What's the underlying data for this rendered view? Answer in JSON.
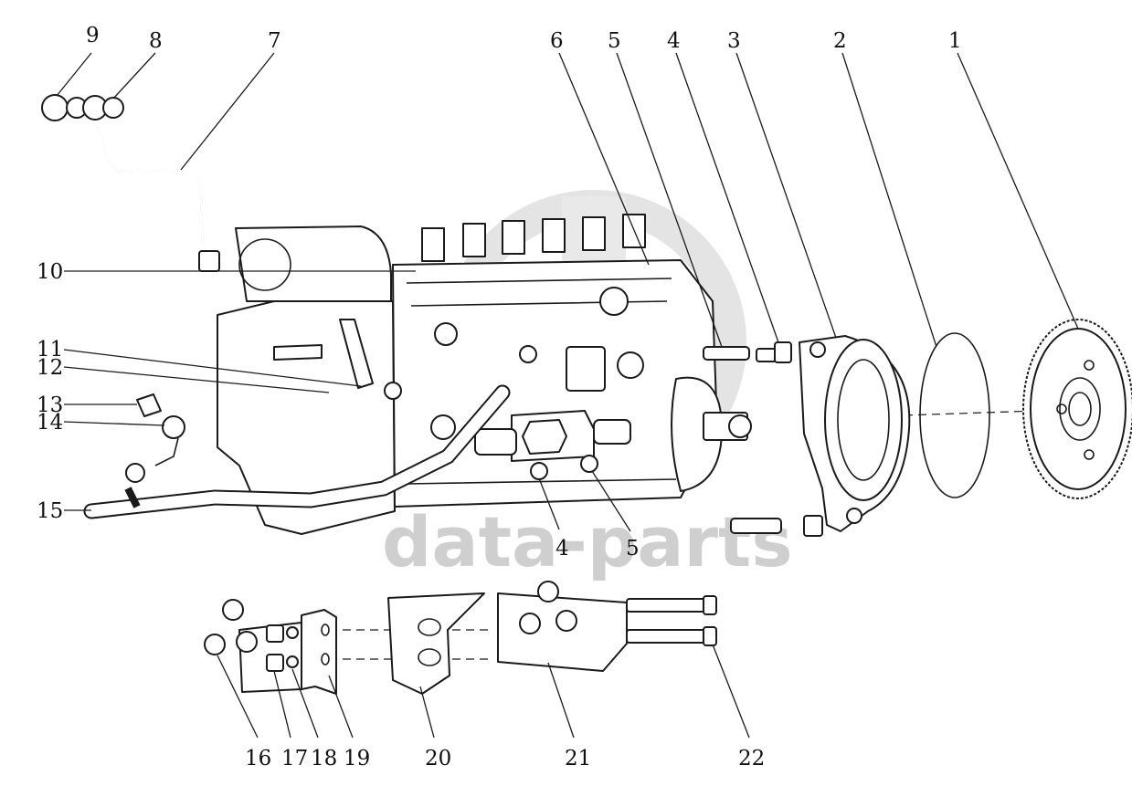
{
  "watermark": {
    "text": "data-parts",
    "color": "#cfcfcf"
  },
  "callouts": {
    "c1": "1",
    "c2": "2",
    "c3": "3",
    "c4": "4",
    "c4b": "4",
    "c5": "5",
    "c5b": "5",
    "c6": "6",
    "c7": "7",
    "c8": "8",
    "c9": "9",
    "c10": "10",
    "c11": "11",
    "c12": "12",
    "c13": "13",
    "c14": "14",
    "c15": "15",
    "c16": "16",
    "c17": "17",
    "c18": "18",
    "c19": "19",
    "c20": "20",
    "c21": "21",
    "c22": "22"
  }
}
